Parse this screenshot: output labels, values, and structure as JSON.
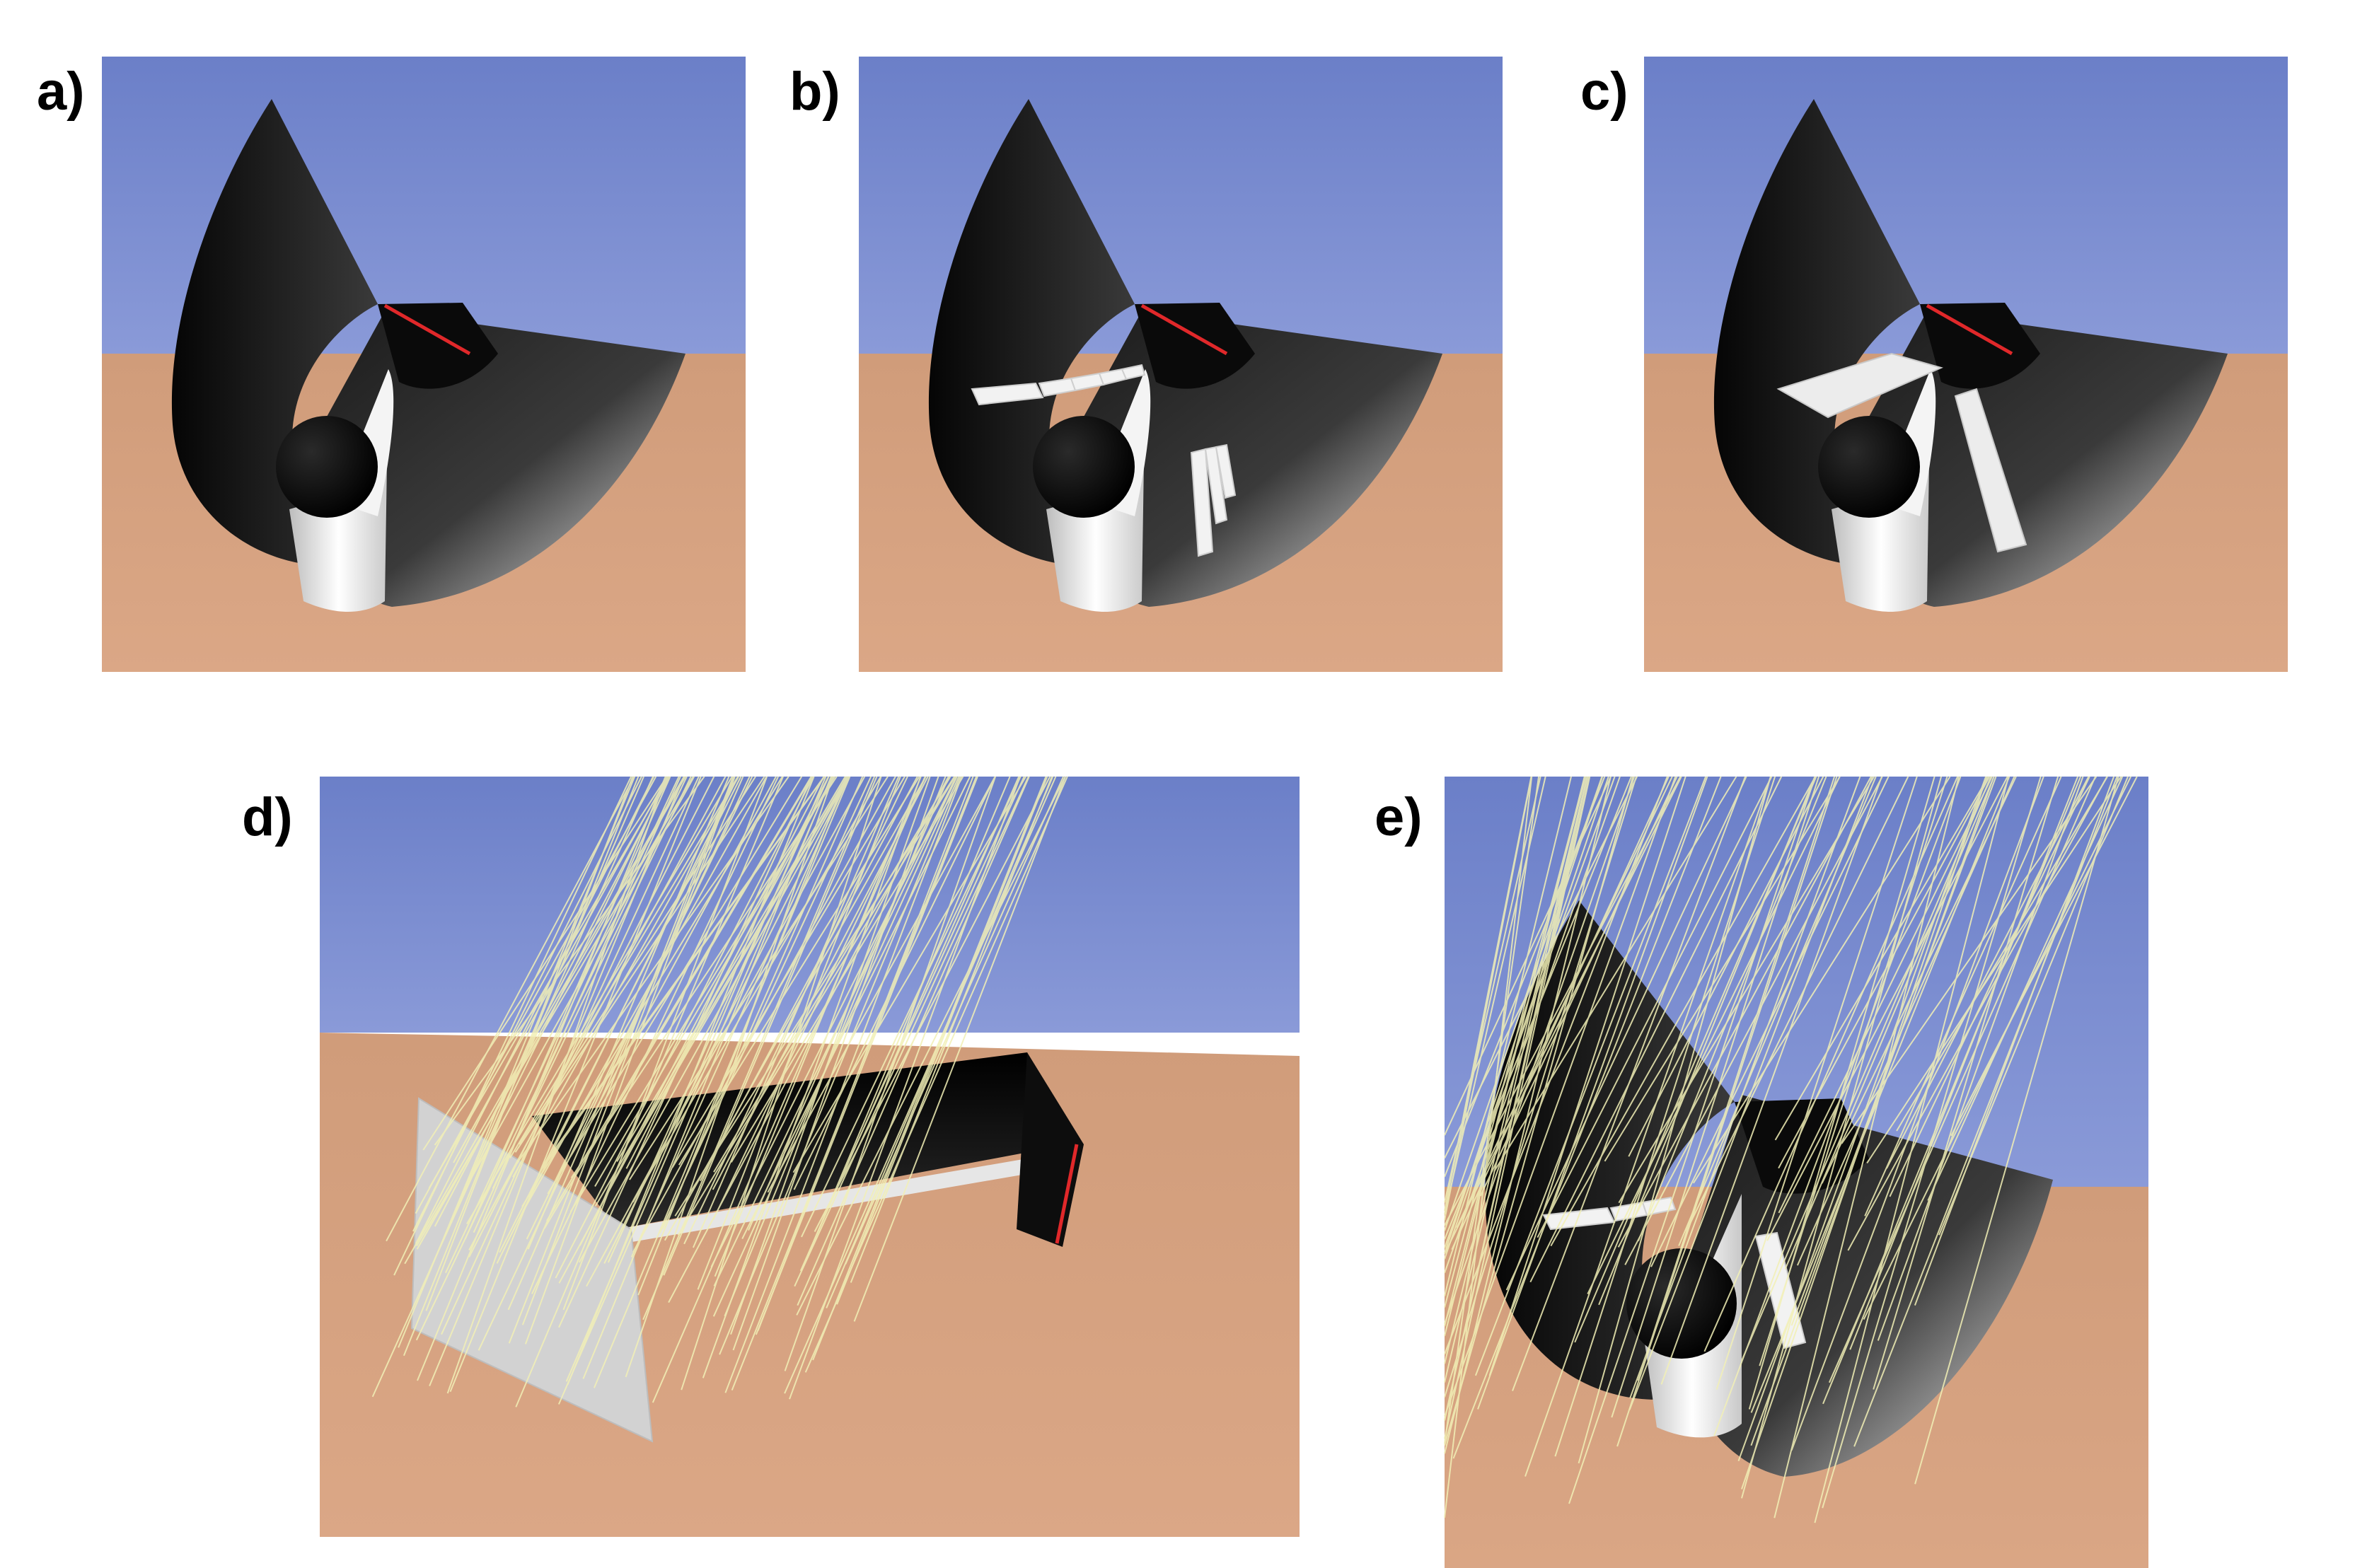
{
  "panels": {
    "a": {
      "label": "a)"
    },
    "b": {
      "label": "b)"
    },
    "c": {
      "label": "c)"
    },
    "d": {
      "label": "d)"
    },
    "e": {
      "label": "e)"
    }
  },
  "colors": {
    "sky_top": "#6b7fc8",
    "sky_bottom": "#8898d8",
    "ground_top": "#d4a17f",
    "ground_bottom": "#dca886",
    "dish_dark": "#1c1c1c",
    "receiver_light": "#e8e8e8",
    "ray_color": "#f2f0b6",
    "aperture_edge": "#e0282a"
  }
}
